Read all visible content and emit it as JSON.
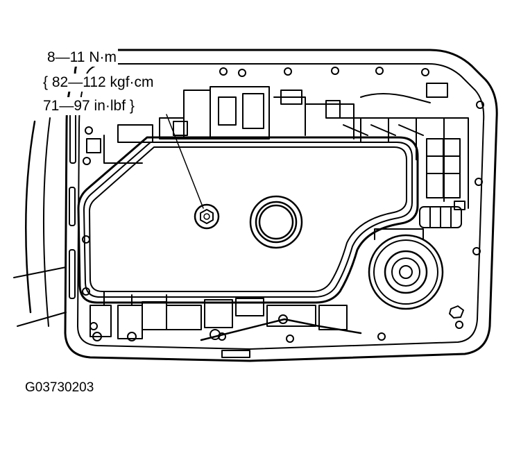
{
  "callout": {
    "torque_nm": "8—11 N·m",
    "torque_kgfcm": "{ 82—112 kgf·cm",
    "torque_inlbf": "71—97 in·lbf }"
  },
  "figure_code": "G03730203",
  "colors": {
    "line": "#000000",
    "background": "#ffffff"
  }
}
